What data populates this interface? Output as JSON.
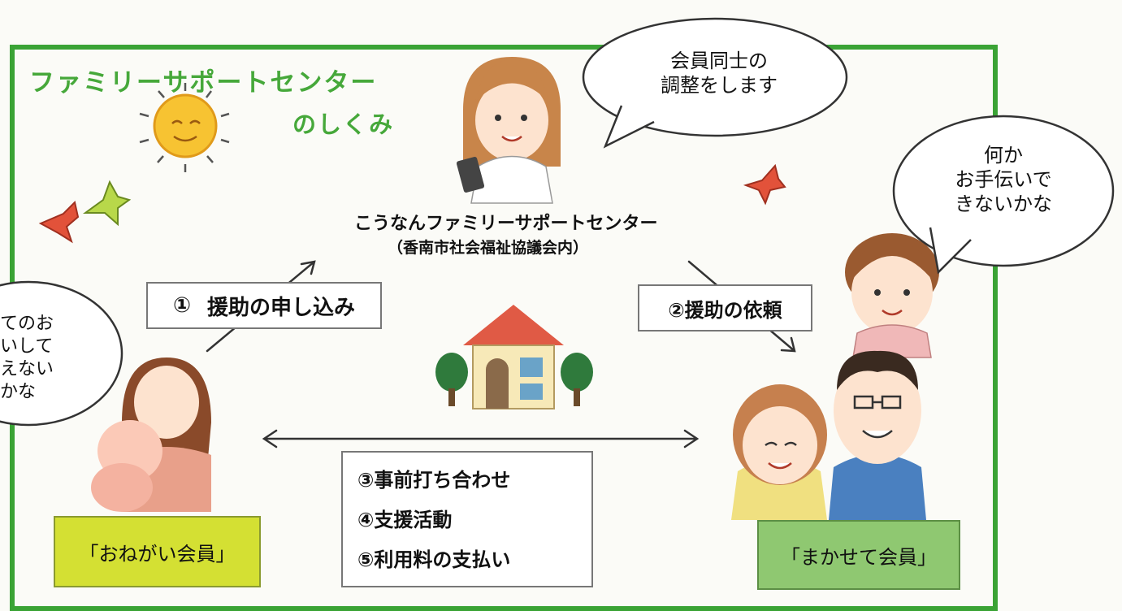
{
  "title": {
    "line1": "ファミリーサポートセンター",
    "line2": "のしくみ"
  },
  "center": {
    "name": "こうなんファミリーサポートセンター",
    "sub": "（香南市社会福祉協議会内）"
  },
  "bubbles": {
    "top": [
      "会員同士の",
      "調整をします"
    ],
    "right": [
      "何か",
      "お手伝いで",
      "きないかな"
    ],
    "left": [
      "てのお",
      "いして",
      "えない",
      "かな"
    ]
  },
  "flow": {
    "request_num": "①",
    "request": "援助の申し込み",
    "ask": "②援助の依頼",
    "steps": [
      "③事前打ち合わせ",
      "④支援活動",
      "⑤利用料の支払い"
    ]
  },
  "members": {
    "onegai": "「おねがい会員」",
    "makasete": "「まかせて会員」"
  },
  "colors": {
    "frame": "#3aa335",
    "title": "#46a83a",
    "onegai_box": "#d4e033",
    "makasete_box": "#8fc871"
  },
  "icons": [
    "sun-icon",
    "bird-icon",
    "house-icon",
    "tree-icon",
    "coordinator-illustration",
    "mother-baby-illustration",
    "young-woman-illustration",
    "elderly-couple-illustration"
  ]
}
